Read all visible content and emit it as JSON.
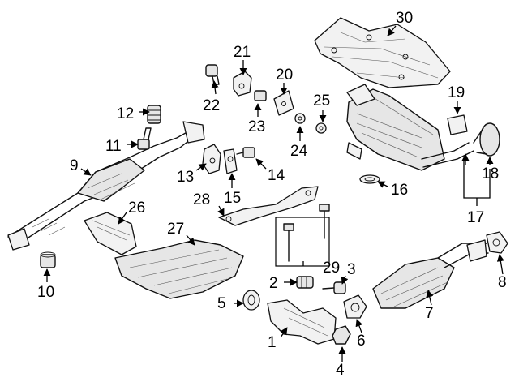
{
  "callouts": [
    {
      "id": "1",
      "label": "1"
    },
    {
      "id": "2",
      "label": "2"
    },
    {
      "id": "3",
      "label": "3"
    },
    {
      "id": "4",
      "label": "4"
    },
    {
      "id": "5",
      "label": "5"
    },
    {
      "id": "6",
      "label": "6"
    },
    {
      "id": "7",
      "label": "7"
    },
    {
      "id": "8",
      "label": "8"
    },
    {
      "id": "9",
      "label": "9"
    },
    {
      "id": "10",
      "label": "10"
    },
    {
      "id": "11",
      "label": "11"
    },
    {
      "id": "12",
      "label": "12"
    },
    {
      "id": "13",
      "label": "13"
    },
    {
      "id": "14",
      "label": "14"
    },
    {
      "id": "15",
      "label": "15"
    },
    {
      "id": "16",
      "label": "16"
    },
    {
      "id": "17",
      "label": "17"
    },
    {
      "id": "18",
      "label": "18"
    },
    {
      "id": "19",
      "label": "19"
    },
    {
      "id": "20",
      "label": "20"
    },
    {
      "id": "21",
      "label": "21"
    },
    {
      "id": "22",
      "label": "22"
    },
    {
      "id": "23",
      "label": "23"
    },
    {
      "id": "24",
      "label": "24"
    },
    {
      "id": "25",
      "label": "25"
    },
    {
      "id": "26",
      "label": "26"
    },
    {
      "id": "27",
      "label": "27"
    },
    {
      "id": "28",
      "label": "28"
    },
    {
      "id": "29",
      "label": "29"
    },
    {
      "id": "30",
      "label": "30"
    }
  ]
}
